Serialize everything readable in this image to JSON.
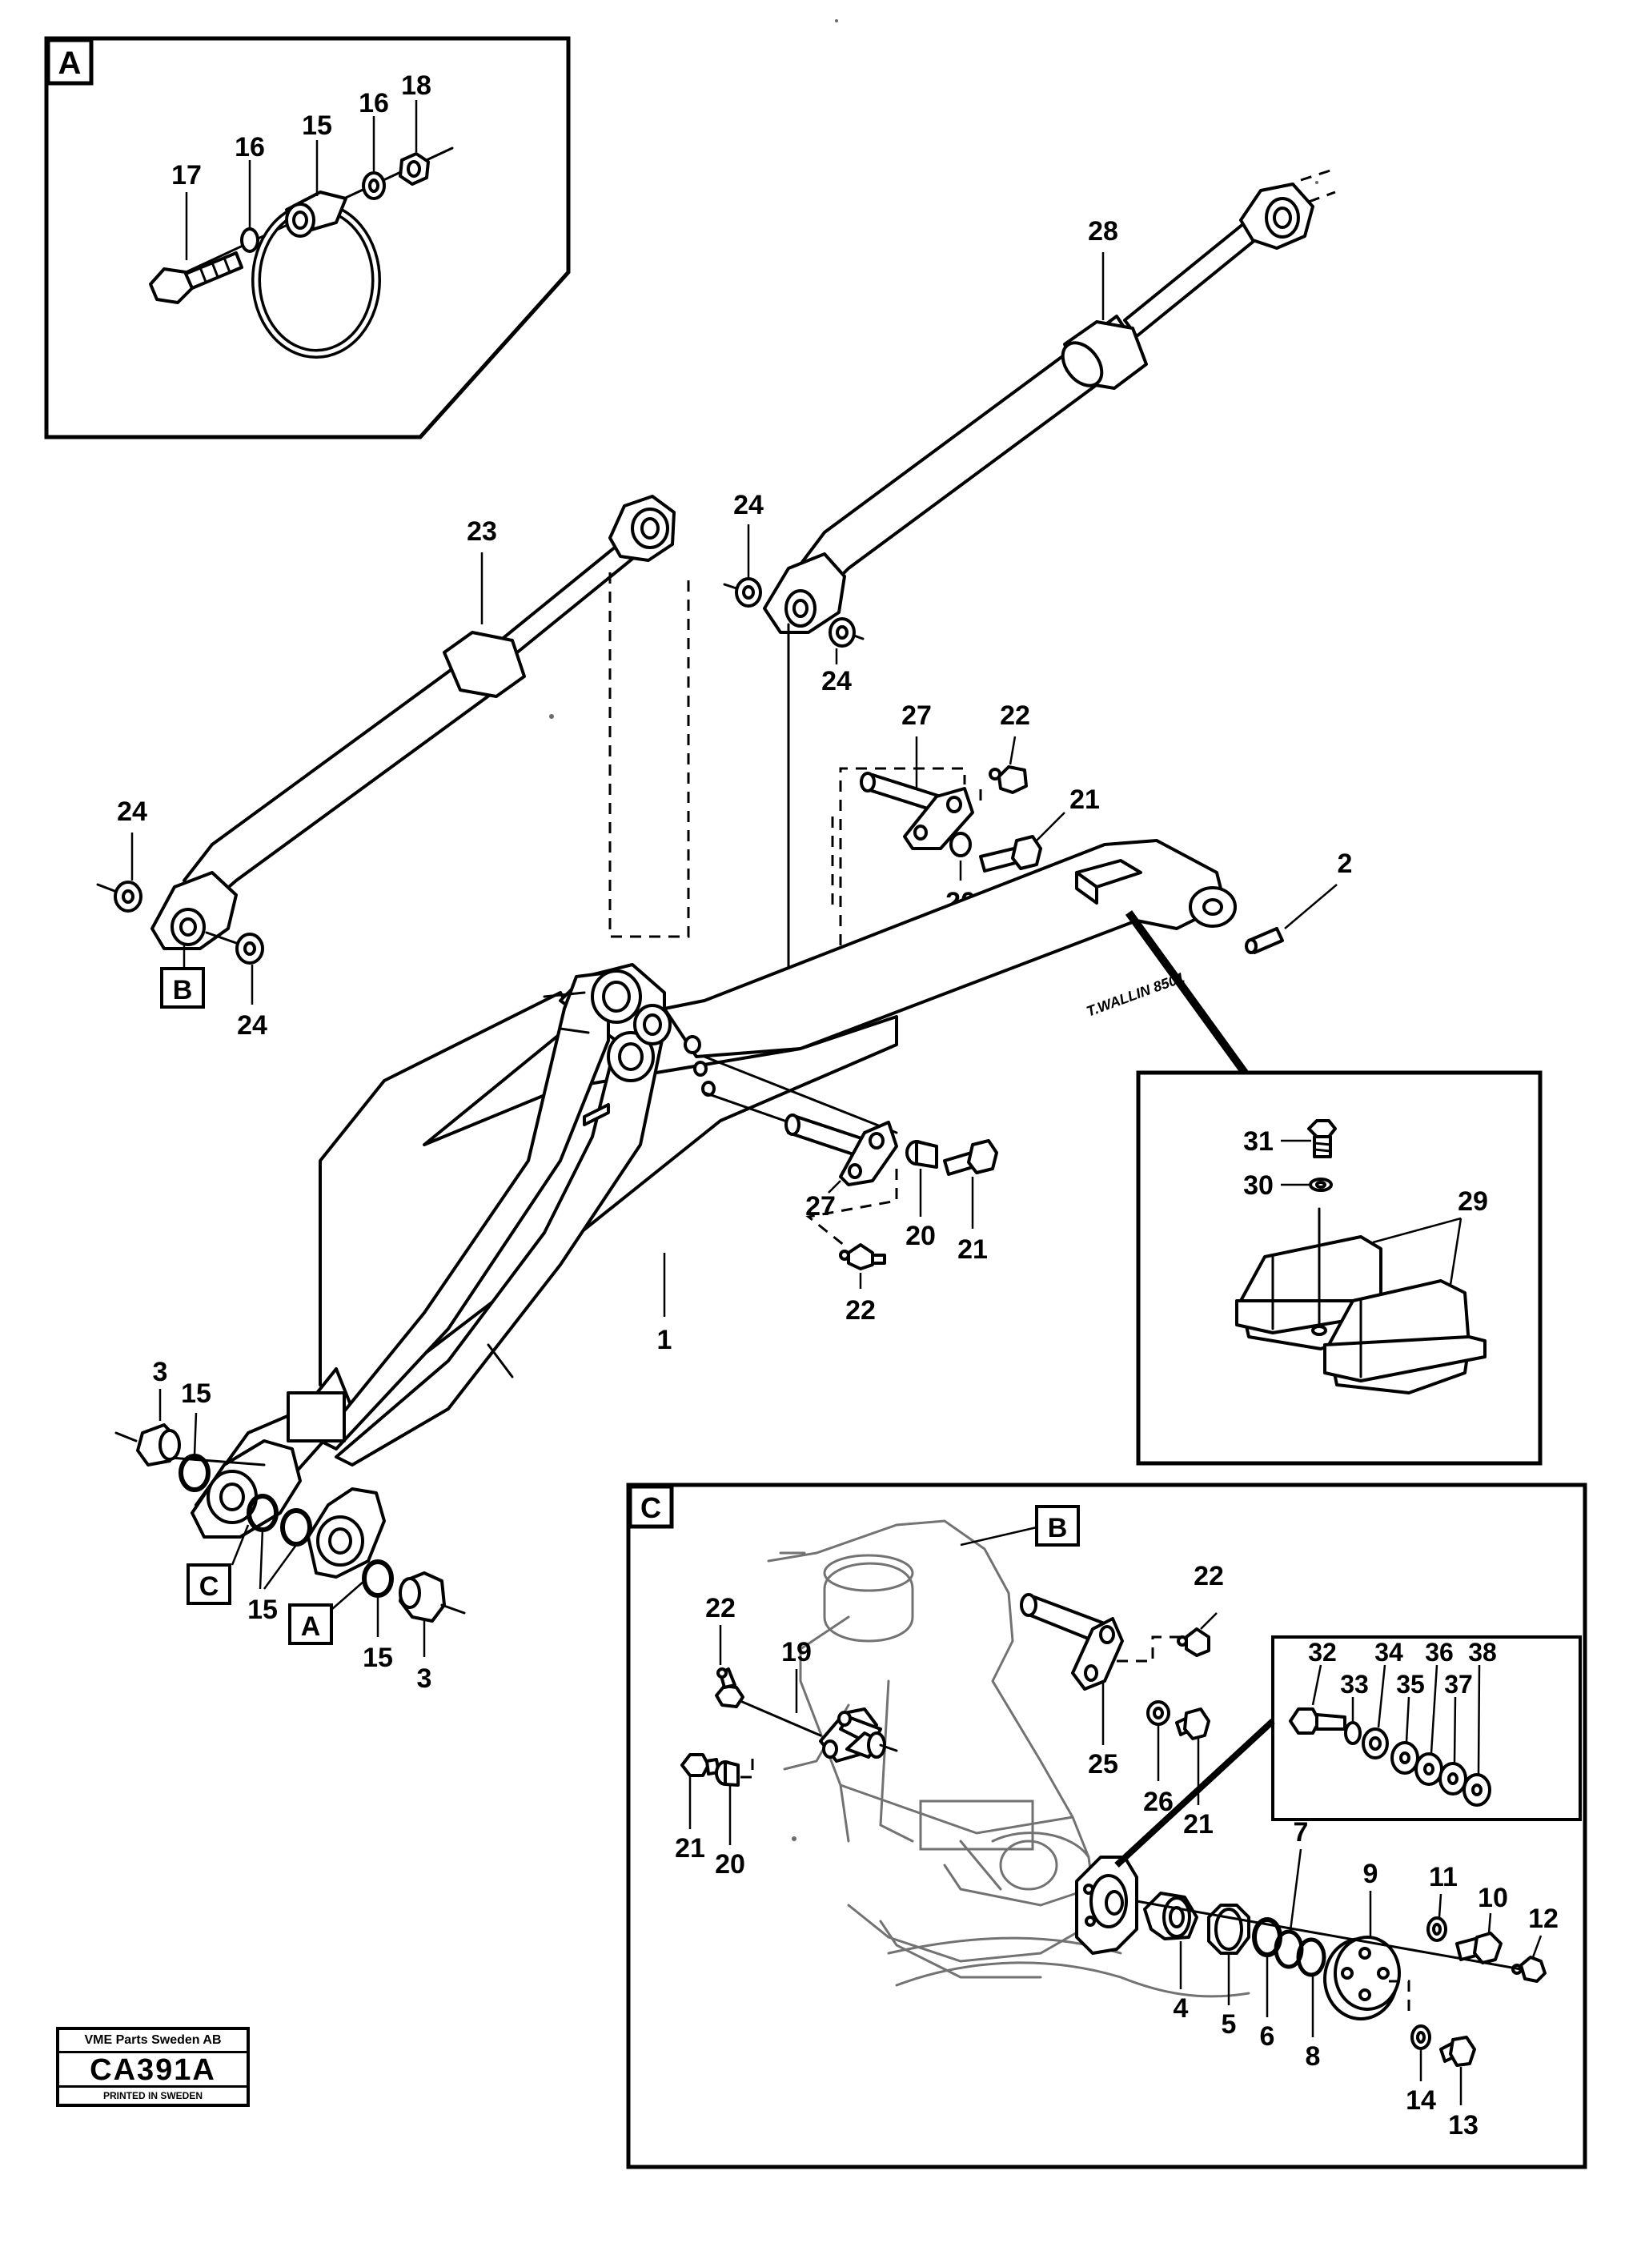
{
  "box_letters": {
    "a": "A",
    "b": "B",
    "c": "C"
  },
  "inset_a_numbers": [
    "17",
    "16",
    "15",
    "16",
    "18"
  ],
  "main_numbers": [
    "28",
    "23",
    "24",
    "24",
    "24",
    "24",
    "27",
    "22",
    "21",
    "20",
    "2",
    "27",
    "20",
    "21",
    "22",
    "1",
    "3",
    "15",
    "15",
    "15",
    "3"
  ],
  "detail_numbers": [
    "31",
    "30",
    "29"
  ],
  "inset_c_numbers": [
    "22",
    "22",
    "19",
    "25",
    "26",
    "21",
    "21",
    "20",
    "32",
    "33",
    "34",
    "35",
    "36",
    "37",
    "38",
    "7",
    "9",
    "11",
    "10",
    "12",
    "4",
    "5",
    "6",
    "8",
    "14",
    "13"
  ],
  "engraving": "T.WALLIN 8501",
  "label": {
    "company": "VME Parts Sweden AB",
    "code": "CA391A",
    "printed": "PRINTED IN SWEDEN"
  }
}
